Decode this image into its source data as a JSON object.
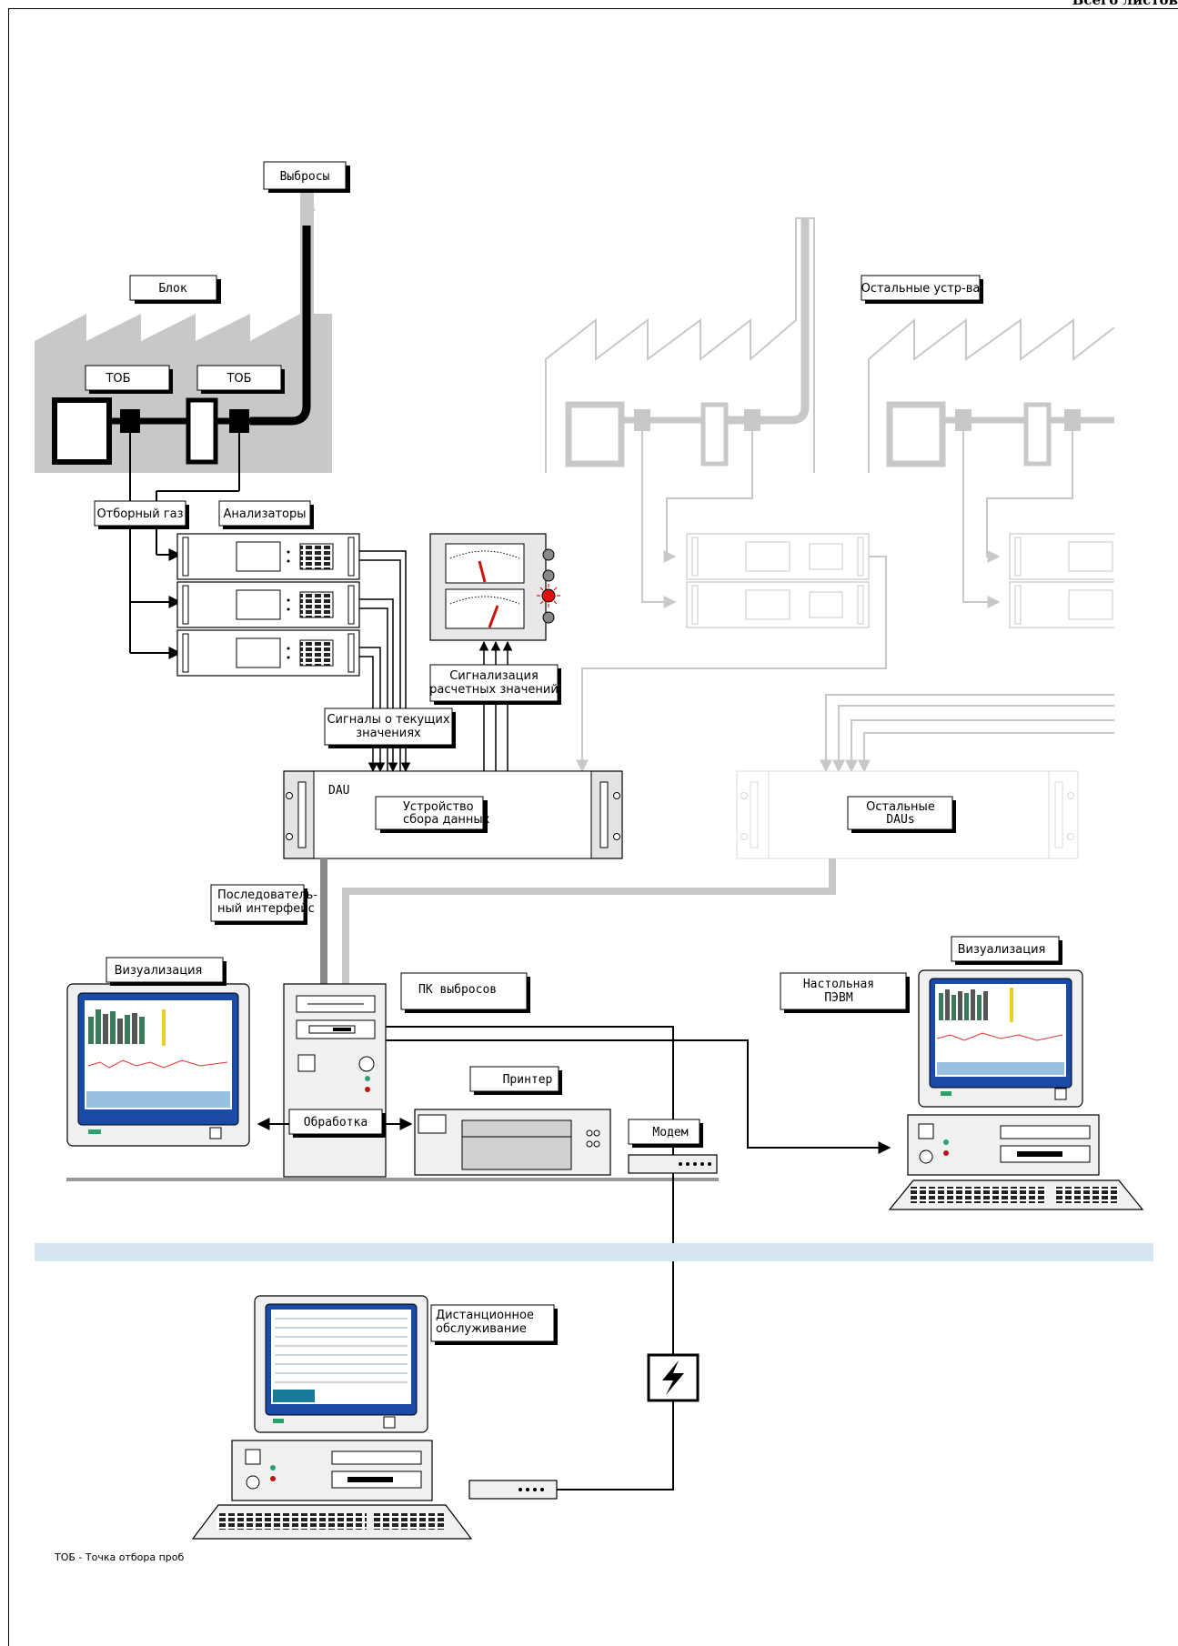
{
  "header_clip": "Всего листов",
  "labels": {
    "emissions": "Выбросы",
    "block": "Блок",
    "tob1": "ТОБ",
    "tob2": "ТОБ",
    "other_devices": "Остальные устр-ва",
    "sample_gas": "Отборный газ",
    "analyzers": "Анализаторы",
    "alarm_calc_line1": "Сигнализация",
    "alarm_calc_line2": "расчетных значений",
    "current_signals_line1": "Сигналы о текущих",
    "current_signals_line2": "значениях",
    "dau": "DAU",
    "dau_device_line1": "Устройство",
    "dau_device_line2": "сбора данных",
    "other_daus_line1": "Остальные",
    "other_daus_line2": "DAUs",
    "serial_line1": "Последователь-",
    "serial_line2": "ный интерфейс",
    "visualization_left": "Визуализация",
    "pc_emissions": "ПК выбросов",
    "desktop_pc_line1": "Настольная",
    "desktop_pc_line2": "ПЭВМ",
    "visualization_right": "Визуализация",
    "printer": "Принтер",
    "processing": "Обработка",
    "modem": "Модем",
    "remote_service_line1": "Дистанционное",
    "remote_service_line2": "обслуживание",
    "footnote": "ТОБ - Точка отбора проб"
  },
  "colors": {
    "active": "#000000",
    "inactive": "#c8c8c8",
    "factory_fill": "#c8c8c8",
    "divider": "#d6e6f0",
    "screen_blue": "#1a4aa8",
    "alarm_red": "#e01010",
    "needle_red": "#cc1010"
  }
}
